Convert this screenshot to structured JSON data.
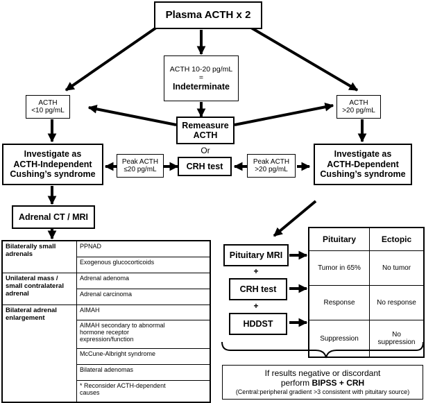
{
  "top": "Plasma ACTH x 2",
  "mid": {
    "line1": "ACTH 10-20 pg/mL",
    "line2": "=",
    "line3": "Indeterminate"
  },
  "left_acth": {
    "line1": "ACTH",
    "line2": "<10 pg/mL"
  },
  "right_acth": {
    "line1": "ACTH",
    "line2": ">20 pg/mL"
  },
  "remeasure": {
    "line1": "Remeasure",
    "line2": "ACTH"
  },
  "or_label": "Or",
  "crh_center": "CRH test",
  "peak_left": {
    "line1": "Peak ACTH",
    "line2": "≤20 pg/mL"
  },
  "peak_right": {
    "line1": "Peak ACTH",
    "line2": ">20 pg/mL"
  },
  "indep": {
    "line1": "Investigate as",
    "line2": "ACTH-Independent",
    "line3": "Cushing’s syndrome"
  },
  "dep": {
    "line1": "Investigate as",
    "line2": "ACTH-Dependent",
    "line3": "Cushing’s syndrome"
  },
  "adrenal_ct": "Adrenal CT / MRI",
  "adrenal_table": {
    "cat1": {
      "line1": "Bilaterally small",
      "line2": "adrenals"
    },
    "cat1_items": [
      "PPNAD",
      "Exogenous glucocorticoids"
    ],
    "cat2": {
      "line1": "Unilateral mass /",
      "line2": "small contralateral",
      "line3": "adrenal"
    },
    "cat2_items": [
      "Adrenal adenoma",
      "Adrenal carcinoma"
    ],
    "cat3": {
      "line1": "Bilateral adrenal",
      "line2": "enlargement"
    },
    "cat3_items": [
      "AIMAH",
      "AIMAH secondary to abnormal",
      "hormone receptor",
      "expression/function",
      "McCune-Albright syndrome",
      "Bilateral adenomas",
      "* Reconsider ACTH-dependent",
      "causes"
    ]
  },
  "tests": {
    "mri": "Pituitary MRI",
    "crh": "CRH test",
    "hddst": "HDDST",
    "plus": "+"
  },
  "comparison": {
    "headers": [
      "Pituitary",
      "Ectopic"
    ],
    "rows": [
      [
        "Tumor in 65%",
        "No tumor",
        ""
      ],
      [
        "Response",
        "No response",
        ""
      ],
      [
        "Suppression",
        "No",
        "suppression"
      ]
    ]
  },
  "final": {
    "line1": "If results negative or discordant",
    "line2_pre": "perform ",
    "line2_bold": "BIPSS + CRH",
    "line3": "(Central:peripheral gradient >3 consistent with pituitary source)"
  }
}
